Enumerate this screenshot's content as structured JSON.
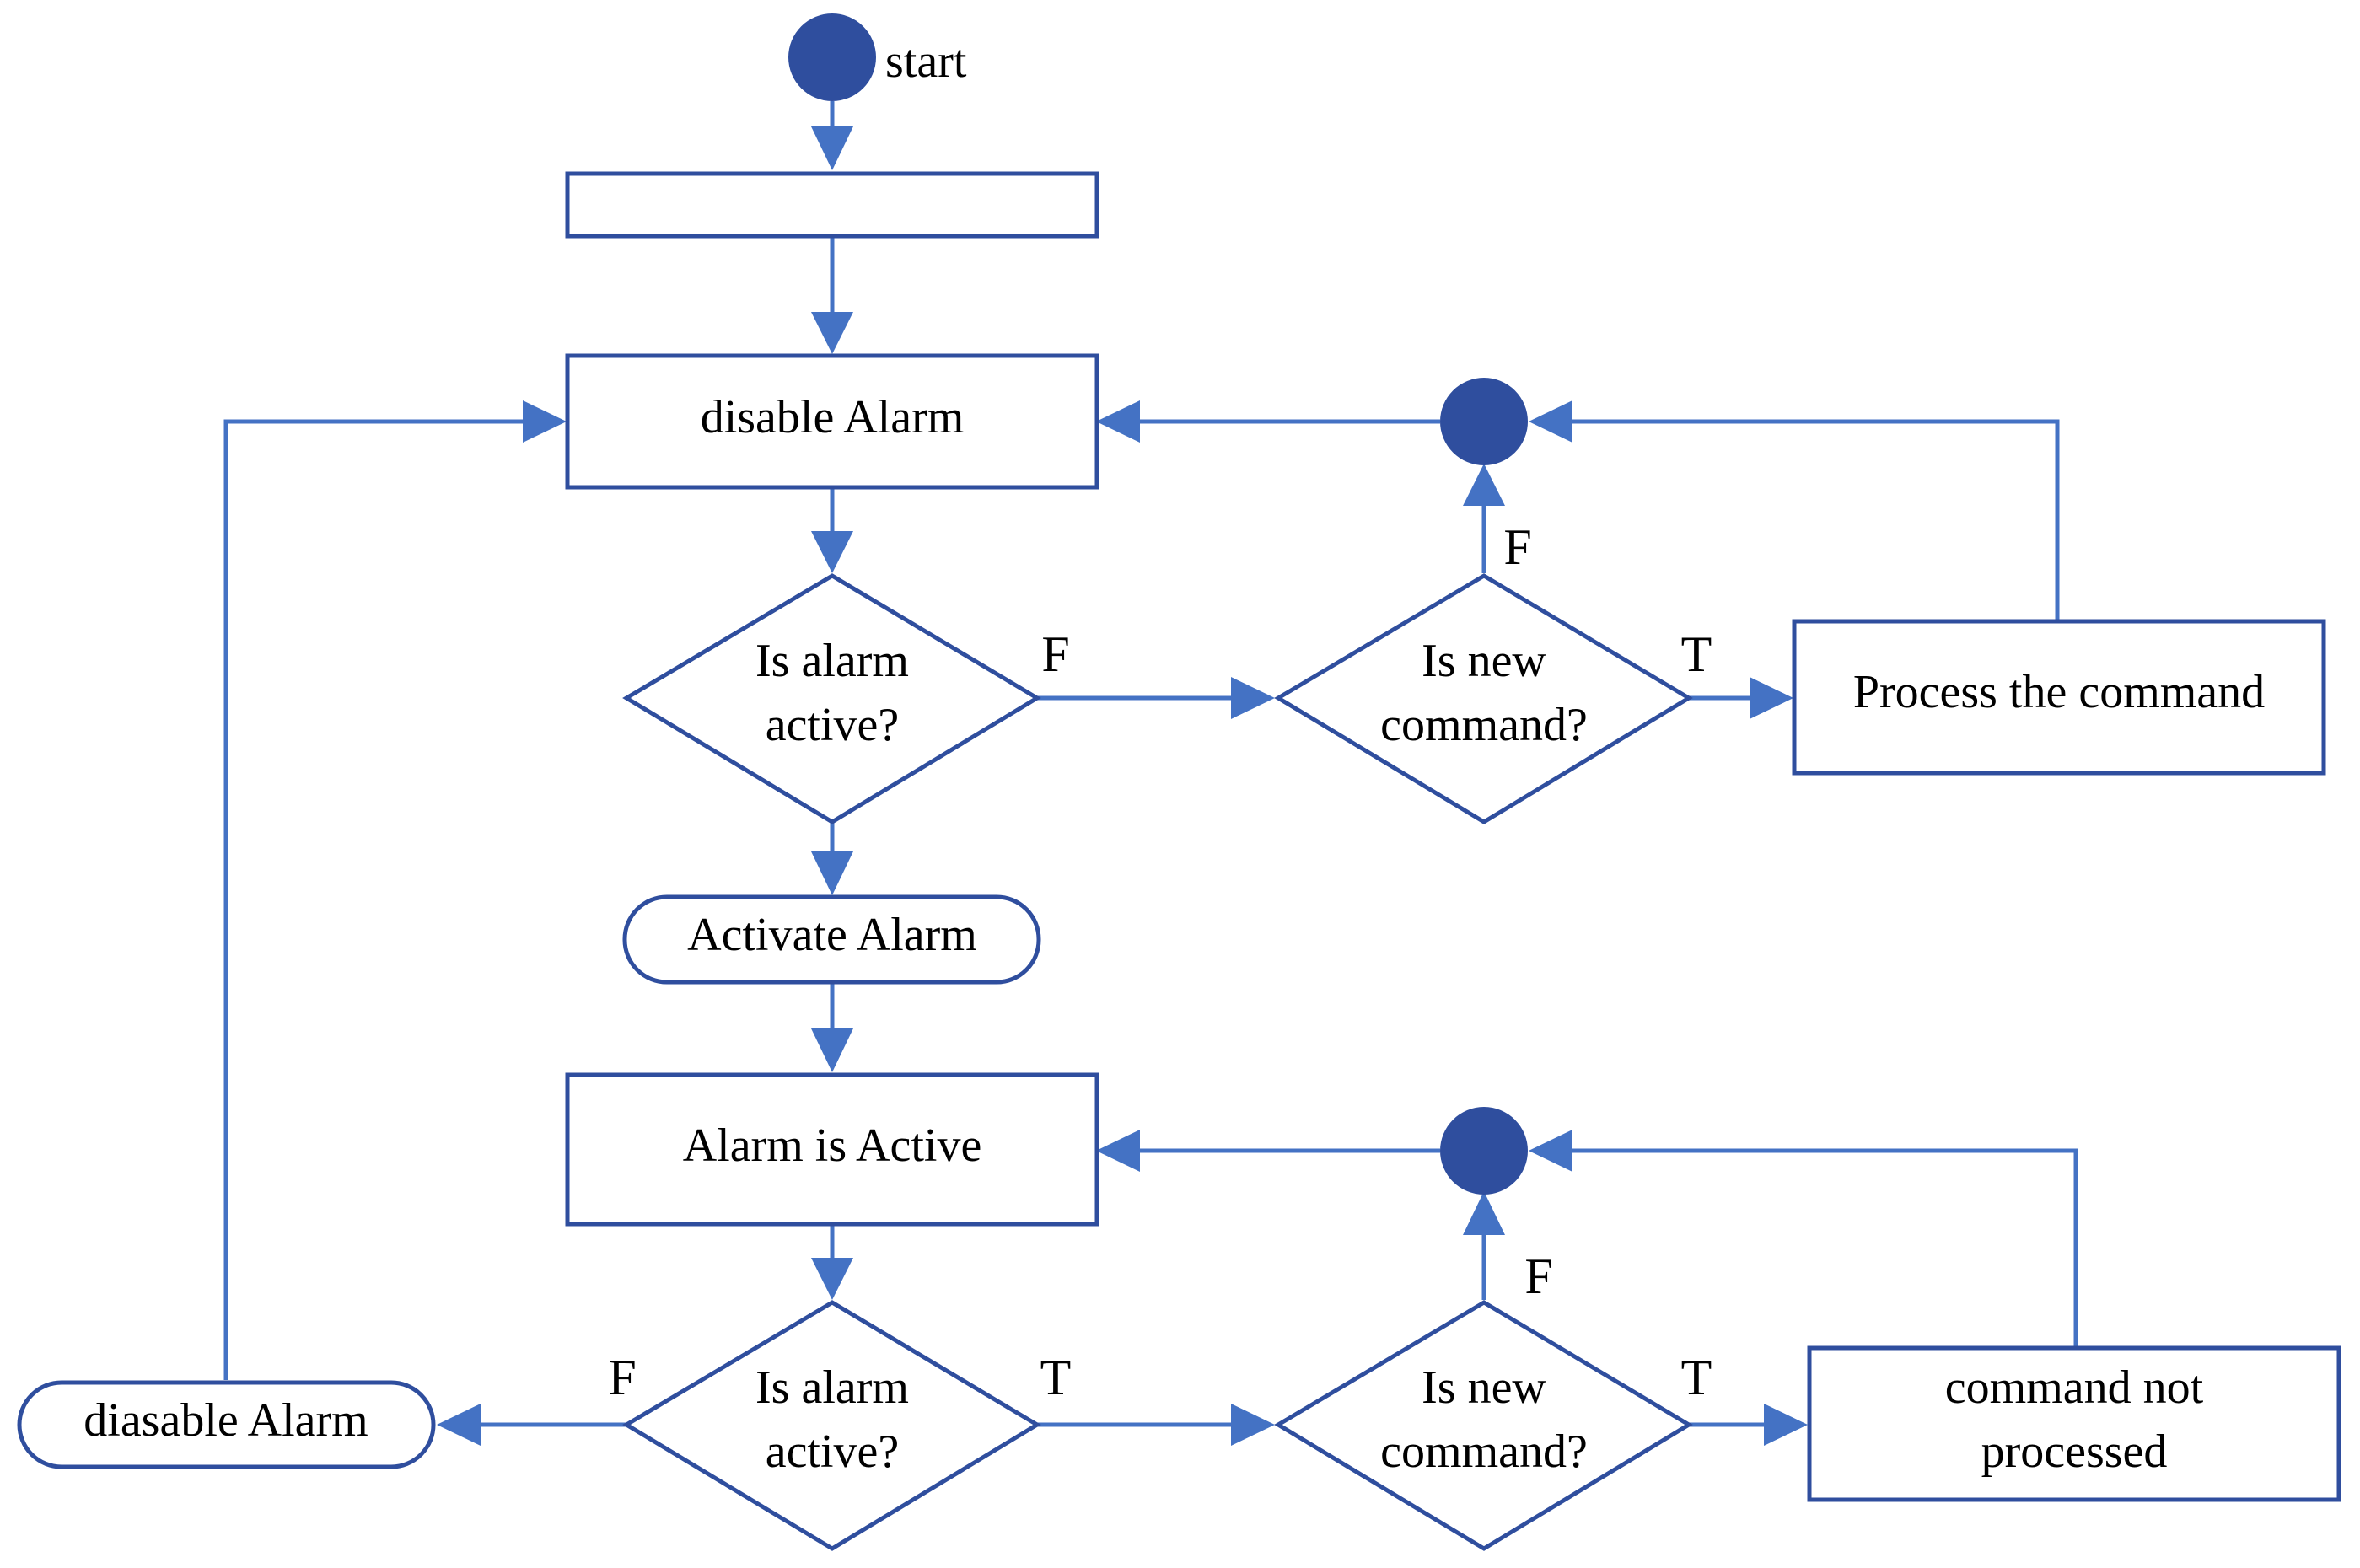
{
  "colors": {
    "node_border": "#2f4e9e",
    "edge": "#4472c4",
    "dot": "#2f4e9e",
    "text": "#000000"
  },
  "nodes": {
    "start_label": "start",
    "init_box": "",
    "disable_alarm_top": "disable Alarm",
    "decision_1": [
      "Is alarm",
      "active?"
    ],
    "new_command_1": [
      "Is new",
      "command?"
    ],
    "process_command": "Process the command",
    "activate_alarm": "Activate Alarm",
    "alarm_active": "Alarm is Active",
    "decision_2": [
      "Is alarm",
      "active?"
    ],
    "new_command_2": [
      "Is new",
      "command?"
    ],
    "command_not_processed": [
      "command not",
      "processed"
    ],
    "diasable_alarm_bottom": "diasable Alarm"
  },
  "edge_labels": {
    "d1_false": "F",
    "nc1_false": "F",
    "nc1_true": "T",
    "d2_false": "F",
    "d2_true": "T",
    "nc2_false": "F",
    "nc2_true": "T"
  }
}
